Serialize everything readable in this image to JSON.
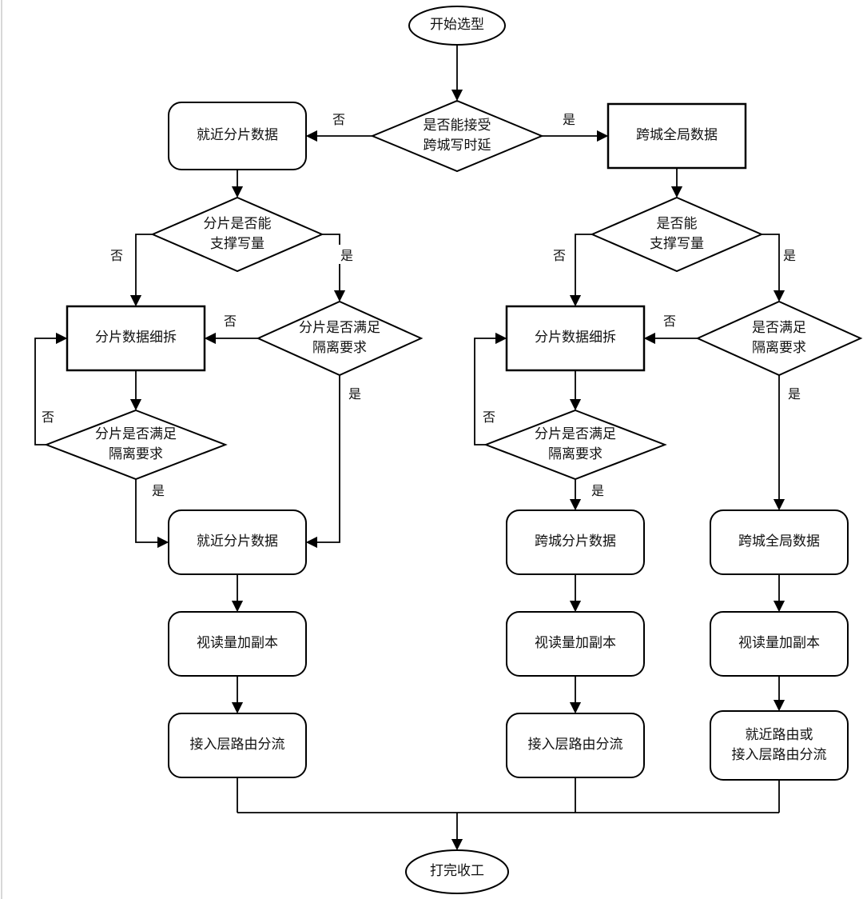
{
  "diagram": {
    "nodes": {
      "start": "开始选型",
      "decide_latency": "是否能接受\n跨城写时延",
      "near_shard_top": "就近分片数据",
      "cross_global_top": "跨城全局数据",
      "l_decide_write": "分片是否能\n支撑写量",
      "l_split": "分片数据细拆",
      "l_decide_isolation_a": "分片是否满足\n隔离要求",
      "l_decide_isolation_b": "分片是否满足\n隔离要求",
      "l_near_shard": "就近分片数据",
      "l_replica": "视读量加副本",
      "l_route": "接入层路由分流",
      "r_decide_write": "是否能\n支撑写量",
      "r_split": "分片数据细拆",
      "r_decide_isolation_a": "是否满足\n隔离要求",
      "r_decide_isolation_b": "分片是否满足\n隔离要求",
      "r_cross_shard": "跨城分片数据",
      "r_cross_global": "跨城全局数据",
      "r_replica_a": "视读量加副本",
      "r_replica_b": "视读量加副本",
      "r_route_a": "接入层路由分流",
      "r_route_b": "就近路由或\n接入层路由分流",
      "end": "打完收工"
    },
    "edge_labels": {
      "yes": "是",
      "no": "否"
    },
    "colors": {
      "stroke": "#000000",
      "fill": "#ffffff",
      "text": "#111111"
    }
  }
}
